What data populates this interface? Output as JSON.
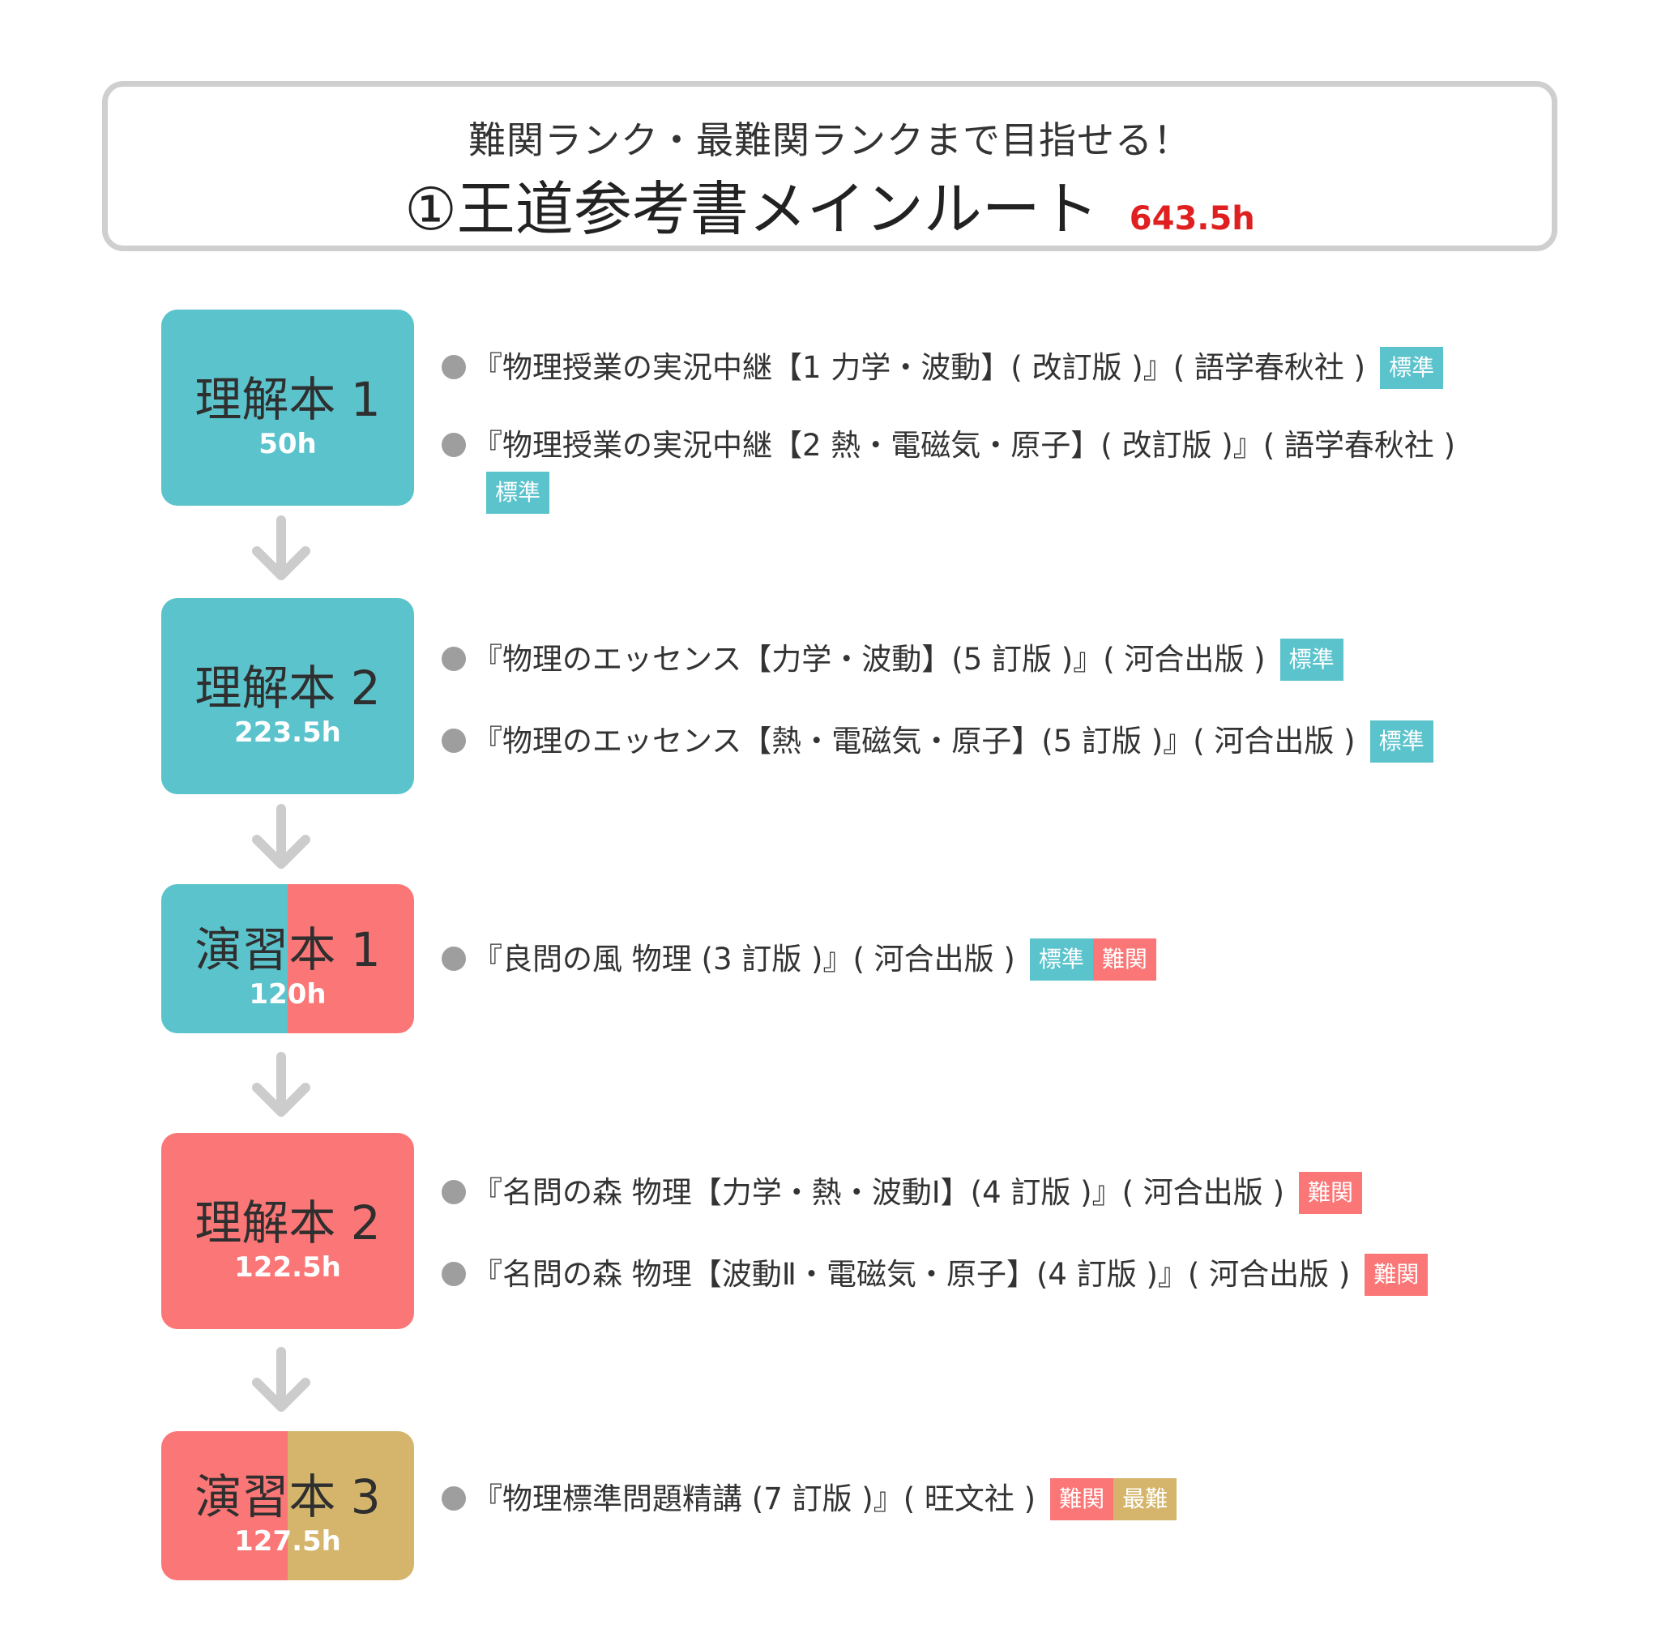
{
  "header": {
    "subtitle": "難関ランク・最難関ランクまで目指せる！",
    "title": "①王道参考書メインルート",
    "total_hours": "643.5h"
  },
  "colors": {
    "standard": "#5bc3cc",
    "difficult": "#fb7676",
    "hardest": "#d4b56b",
    "arrow": "#cccccc",
    "bullet": "#9e9e9e",
    "total_text": "#e02020"
  },
  "steps": [
    {
      "label": "理解本 1",
      "hours": "50h",
      "books": [
        {
          "title": "『物理授業の実況中継【1 力学・波動】( 改訂版 )』( 語学春秋社 )",
          "tags": [
            "標準"
          ]
        },
        {
          "title": "『物理授業の実況中継【2 熱・電磁気・原子】( 改訂版 )』( 語学春秋社 )",
          "tags": [
            "標準"
          ]
        }
      ]
    },
    {
      "label": "理解本 2",
      "hours": "223.5h",
      "books": [
        {
          "title": "『物理のエッセンス【力学・波動】(5 訂版 )』( 河合出版 )",
          "tags": [
            "標準"
          ]
        },
        {
          "title": "『物理のエッセンス【熱・電磁気・原子】(5 訂版 )』( 河合出版 )",
          "tags": [
            "標準"
          ]
        }
      ]
    },
    {
      "label": "演習本 1",
      "hours": "120h",
      "books": [
        {
          "title": "『良問の風 物理 (3 訂版 )』( 河合出版 )",
          "tags": [
            "標準",
            "難関"
          ]
        }
      ]
    },
    {
      "label": "理解本 2",
      "hours": "122.5h",
      "books": [
        {
          "title": "『名問の森 物理【力学・熱・波動Ⅰ】(4 訂版 )』( 河合出版 )",
          "tags": [
            "難関"
          ]
        },
        {
          "title": "『名問の森 物理【波動Ⅱ・電磁気・原子】(4 訂版 )』( 河合出版 )",
          "tags": [
            "難関"
          ]
        }
      ]
    },
    {
      "label": "演習本 3",
      "hours": "127.5h",
      "books": [
        {
          "title": "『物理標準問題精講 (7 訂版 )』( 旺文社 )",
          "tags": [
            "難関",
            "最難"
          ]
        }
      ]
    }
  ]
}
